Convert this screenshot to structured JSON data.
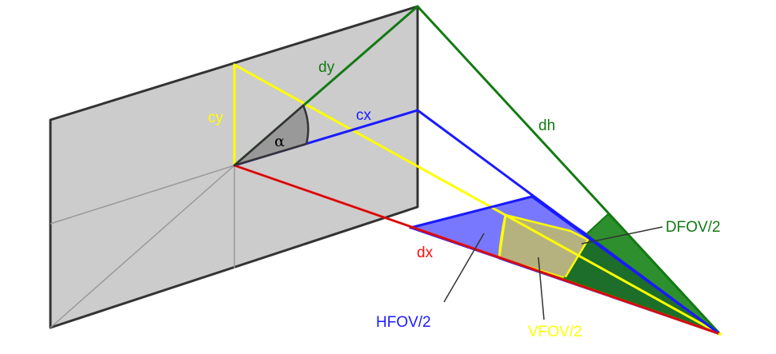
{
  "labels": {
    "cy": "cy",
    "dy": "dy",
    "cx": "cx",
    "alpha": "α",
    "dh": "dh",
    "dx": "dx",
    "dfov": "DFOV/2",
    "hfov": "HFOV/2",
    "vfov": "VFOV/2"
  },
  "colors": {
    "sensor_fill": "#cccccc",
    "sensor_stroke": "#333333",
    "sensor_grid": "#999999",
    "yellow": "#ffff00",
    "green": "#137a13",
    "blue": "#1a1aff",
    "red": "#ff1010",
    "hfov_fill": "#7878ff",
    "dfov_fill": "#2d8f2d",
    "vfov_fill": "#b6b27f",
    "angle_fill": "#999999",
    "angle_stroke": "#333333",
    "black": "#000000"
  }
}
